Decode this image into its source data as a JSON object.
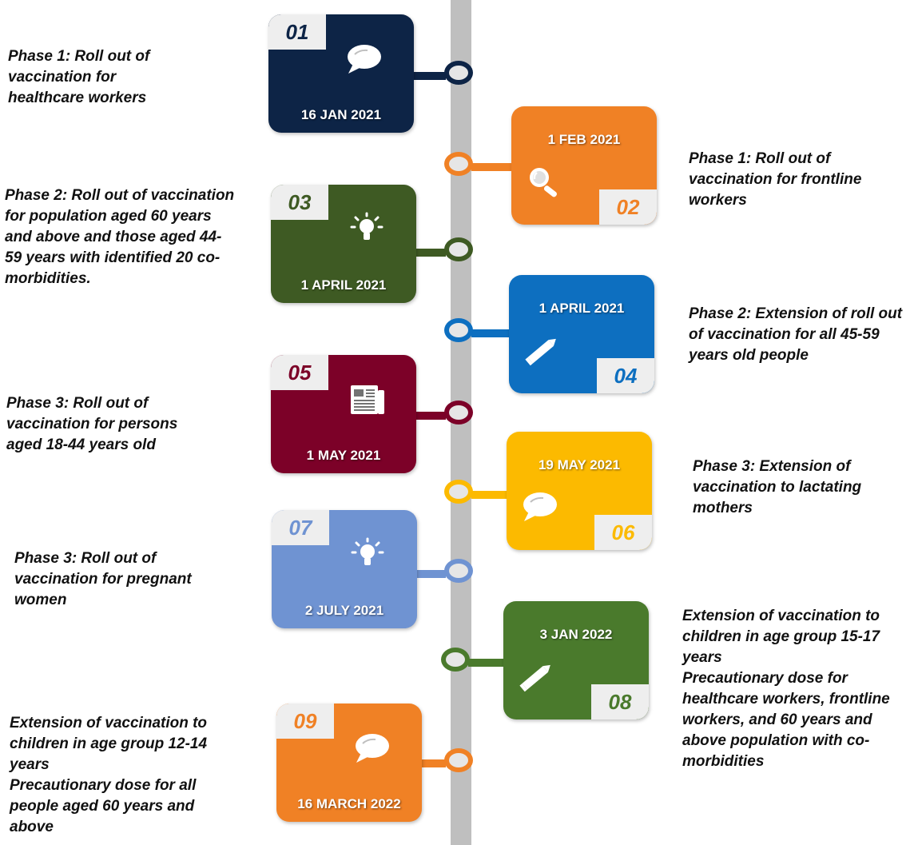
{
  "milestones": [
    {
      "num": "01",
      "date": "16 JAN 2021",
      "color": "#0d2446",
      "icon": "speech-bubble-icon",
      "side": "left",
      "text": "Phase 1: Roll out of vaccination for healthcare workers"
    },
    {
      "num": "02",
      "date": "1 FEB 2021",
      "color": "#f08125",
      "icon": "magnifier-icon",
      "side": "right",
      "text": "Phase 1: Roll out of vaccination for frontline workers"
    },
    {
      "num": "03",
      "date": "1 APRIL 2021",
      "color": "#3e5a23",
      "icon": "lightbulb-icon",
      "side": "left",
      "text": "Phase 2: Roll out of vaccination for population aged 60 years and above and those aged 44-59 years with identified 20 co-morbidities."
    },
    {
      "num": "04",
      "date": "1 APRIL 2021",
      "color": "#0d6fc0",
      "icon": "pencil-icon",
      "side": "right",
      "text": "Phase 2: Extension of roll out of vaccination for all 45-59 years old people"
    },
    {
      "num": "05",
      "date": "1 MAY 2021",
      "color": "#7c0128",
      "icon": "newspaper-icon",
      "side": "left",
      "text": "Phase 3: Roll out of vaccination for persons aged 18-44 years old"
    },
    {
      "num": "06",
      "date": "19 MAY 2021",
      "color": "#fcba00",
      "icon": "speech-bubble-icon",
      "side": "right",
      "text": "Phase 3: Extension of vaccination to lactating mothers"
    },
    {
      "num": "07",
      "date": "2 JULY 2021",
      "color": "#6f93d2",
      "icon": "lightbulb-icon",
      "side": "left",
      "text": "Phase 3: Roll out of vaccination for pregnant women"
    },
    {
      "num": "08",
      "date": "3 JAN 2022",
      "color": "#4a7a2c",
      "icon": "pencil-icon",
      "side": "right",
      "text": "Extension of vaccination to children in age group 15-17 years\nPrecautionary dose for healthcare workers, frontline workers, and 60 years and above population with co-morbidities"
    },
    {
      "num": "09",
      "date": "16 MARCH 2022",
      "color": "#f08125",
      "icon": "speech-bubble-icon",
      "side": "left",
      "text": "Extension of vaccination to children in age group 12-14 years\nPrecautionary dose for all people aged 60 years and above"
    }
  ]
}
